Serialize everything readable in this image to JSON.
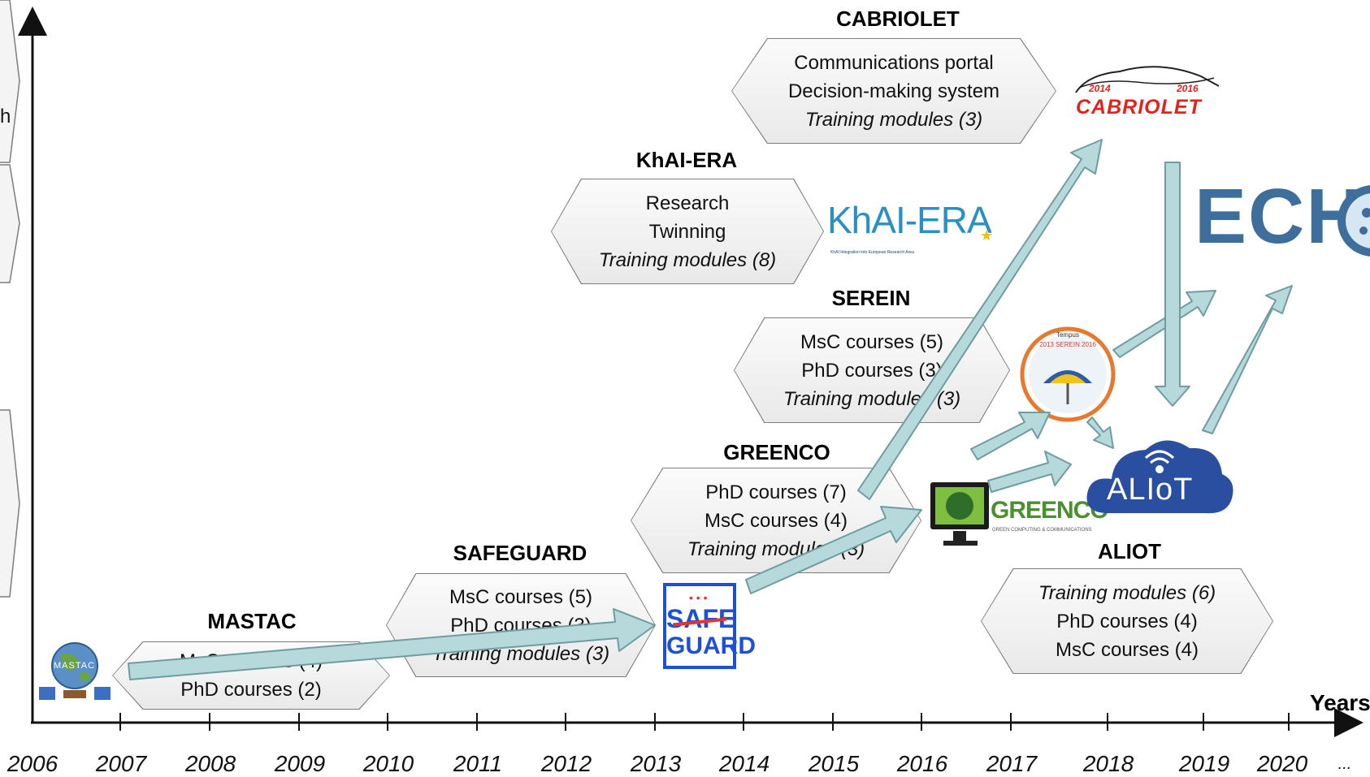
{
  "axis": {
    "x_label": "Years",
    "years": [
      "2006",
      "2007",
      "2008",
      "2009",
      "2010",
      "2011",
      "2012",
      "2013",
      "2014",
      "2015",
      "2016",
      "2017",
      "2018",
      "2019",
      "2020",
      "..."
    ]
  },
  "projects": {
    "mastac": {
      "title": "MASTAC",
      "lines": [
        "MsC courses (4)",
        "PhD courses (2)"
      ],
      "logo_text": "MASTAC"
    },
    "safeguard": {
      "title": "SAFEGUARD",
      "lines": [
        "MsC courses (5)",
        "PhD courses (3)",
        "Training modules (3)"
      ],
      "logo_top": "SAFE",
      "logo_bottom": "GUARD"
    },
    "greenco": {
      "title": "GREENCO",
      "lines": [
        "PhD courses (7)",
        "MsC courses (4)",
        "Training modules (3)"
      ],
      "logo_text": "GREENCO",
      "logo_sub": "GREEN COMPUTING & COMMUNICATIONS"
    },
    "serein": {
      "title": "SEREIN",
      "lines": [
        "MsC courses (5)",
        "PhD courses (3)",
        "Training modules (3)"
      ],
      "logo_text": "2013 SEREIN 2016",
      "logo_top": "Tempus"
    },
    "khai_era": {
      "title": "KhAI-ERA",
      "lines": [
        "Research",
        "Twinning",
        "Training modules (8)"
      ],
      "logo_text": "KhAI-ERA",
      "logo_sub": "KhAI Integration into European Research Area"
    },
    "cabriolet": {
      "title": "CABRIOLET",
      "lines": [
        "Communications portal",
        "Decision-making system",
        "Training modules (3)"
      ],
      "logo_text": "CABRIOLET",
      "logo_year_start": "2014",
      "logo_year_end": "2016"
    },
    "aliot": {
      "title": "ALIOT",
      "lines": [
        "Training modules (6)",
        "PhD courses (4)",
        "MsC courses (4)"
      ],
      "logo_text": "ALIoT"
    },
    "echo": {
      "logo_text": "ECH"
    }
  },
  "left_fragments": [
    "h"
  ],
  "colors": {
    "arrow_fill": "#b6d9dc",
    "arrow_stroke": "#6f9ca0",
    "hex_border": "#7d7d7d",
    "safeguard_blue": "#1e4fd8",
    "safeguard_red": "#e8322e",
    "cabriolet_red": "#e0231c",
    "echo_blue": "#3d6e9c",
    "aliot_blue": "#2b4fa0",
    "greenco_green": "#4b8f2e",
    "serein_orange": "#e8782e"
  }
}
